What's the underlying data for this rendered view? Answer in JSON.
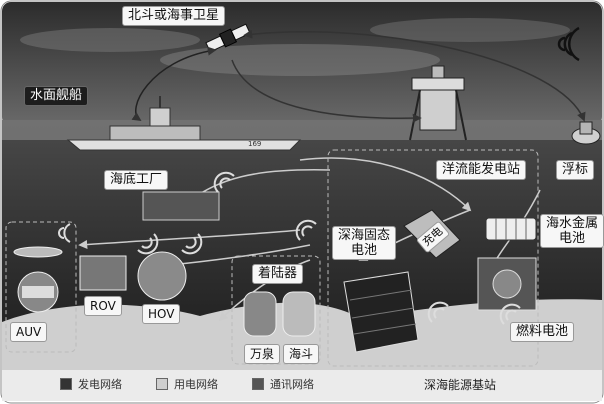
{
  "labels": {
    "satellite": "北斗或海事卫星",
    "surface_ship": "水面舰船",
    "buoy": "浮标",
    "factory": "海底工厂",
    "ocean_current_station": "洋流能发电站",
    "solid_battery_line1": "深海固态",
    "solid_battery_line2": "电池",
    "charging": "充电",
    "metal_battery_line1": "海水金属",
    "metal_battery_line2": "电池",
    "fuel_cell": "燃料电池",
    "lander": "着陆器",
    "wanquan": "万泉",
    "haidou": "海斗",
    "auv": "AUV",
    "rov": "ROV",
    "hov": "HOV",
    "deep_sea_base": "深海能源基站"
  },
  "legend": [
    {
      "label": "发电网络",
      "color": "#333333"
    },
    {
      "label": "用电网络",
      "color": "#cfcfcf"
    },
    {
      "label": "通讯网络",
      "color": "#555555"
    }
  ],
  "ship_hull_number": "169",
  "colors": {
    "sky": "#3a3a3a",
    "sea": "#2a2a2a",
    "seabed": "#cfcfcf",
    "line": "#d0d0d0"
  }
}
